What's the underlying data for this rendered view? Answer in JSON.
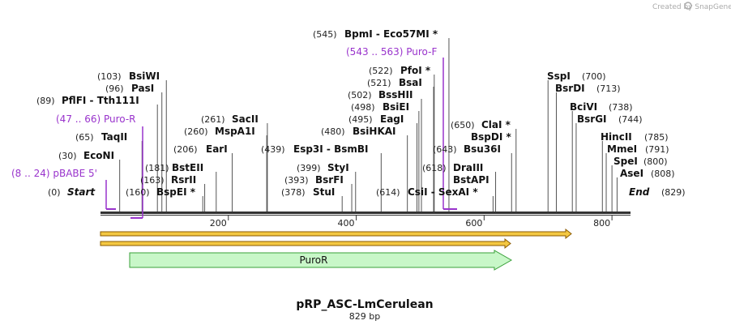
{
  "credit": "Created by SnapGene",
  "title": "pRP_ASC-LmCerulean",
  "length_label": "829 bp",
  "length": 829,
  "ticks": [
    "200",
    "400",
    "600",
    "800"
  ],
  "start_label": "Start",
  "end_label": "End",
  "start_pos": "(0)",
  "end_pos": "(829)",
  "sites": [
    {
      "pos": "(545)",
      "name": "BpmI - Eco57MI *",
      "site": 545
    },
    {
      "pos": "(522)",
      "name": "PfoI *",
      "site": 522
    },
    {
      "pos": "(521)",
      "name": "BsaI",
      "site": 521
    },
    {
      "pos": "(502)",
      "name": "BssHII",
      "site": 502
    },
    {
      "pos": "(498)",
      "name": "BsiEI",
      "site": 498
    },
    {
      "pos": "(495)",
      "name": "EagI",
      "site": 495
    },
    {
      "pos": "(480)",
      "name": "BsiHKAI",
      "site": 480
    },
    {
      "pos": "(439)",
      "name": "Esp3I - BsmBI",
      "site": 439
    },
    {
      "pos": "(399)",
      "name": "StyI",
      "site": 399
    },
    {
      "pos": "(393)",
      "name": "BsrFI",
      "site": 393
    },
    {
      "pos": "(378)",
      "name": "StuI",
      "site": 378
    },
    {
      "pos": "(614)",
      "name": "CsiI - SexAI *",
      "site": 614
    },
    {
      "pos": "(261)",
      "name": "SacII",
      "site": 261
    },
    {
      "pos": "(260)",
      "name": "MspA1I",
      "site": 260
    },
    {
      "pos": "(206)",
      "name": "EarI",
      "site": 206
    },
    {
      "pos": "(103)",
      "name": "BsiWI",
      "site": 103
    },
    {
      "pos": "(96)",
      "name": "PasI",
      "site": 96
    },
    {
      "pos": "(89)",
      "name": "PflFI - Tth111I",
      "site": 89
    },
    {
      "pos": "(65)",
      "name": "TaqII",
      "site": 65
    },
    {
      "pos": "(30)",
      "name": "EcoNI",
      "site": 30
    },
    {
      "pos": "(181)",
      "name": "BstEII",
      "site": 181
    },
    {
      "pos": "(163)",
      "name": "RsrII",
      "site": 163
    },
    {
      "pos": "(160)",
      "name": "BspEI *",
      "site": 160
    },
    {
      "pos": "(650)",
      "name": "ClaI *",
      "site": 650
    },
    {
      "pos": "(643)",
      "name": "Bsu36I",
      "site": 643
    },
    {
      "pos": "(618)",
      "name": "DraIII",
      "site": 618
    },
    {
      "pos": "(700)",
      "name": "SspI",
      "site": 700
    },
    {
      "pos": "(713)",
      "name": "BsrDI",
      "site": 713
    },
    {
      "pos": "(738)",
      "name": "BciVI",
      "site": 738
    },
    {
      "pos": "(744)",
      "name": "BsrGI",
      "site": 744
    },
    {
      "pos": "(785)",
      "name": "HincII",
      "site": 785
    },
    {
      "pos": "(791)",
      "name": "MmeI",
      "site": 791
    },
    {
      "pos": "(800)",
      "name": "SpeI",
      "site": 800
    },
    {
      "pos": "(808)",
      "name": "AseI",
      "site": 808
    }
  ],
  "extra_names": [
    "BspDI *",
    "BstAPI"
  ],
  "primers": [
    {
      "label": "(543 .. 563)  Puro-F",
      "start": 543,
      "end": 563
    },
    {
      "label": "(47 .. 66)  Puro-R",
      "start": 47,
      "end": 66
    },
    {
      "label": "(8 .. 24)  pBABE 5'",
      "start": 8,
      "end": 24
    }
  ],
  "features": [
    {
      "name": "PuroR",
      "color": "#c8f7c8"
    }
  ],
  "colors": {
    "primer": "#9933cc",
    "orf_stroke": "#8a5a00",
    "orf_fill": "#f4c842",
    "feature_stroke": "#3aa03a"
  }
}
